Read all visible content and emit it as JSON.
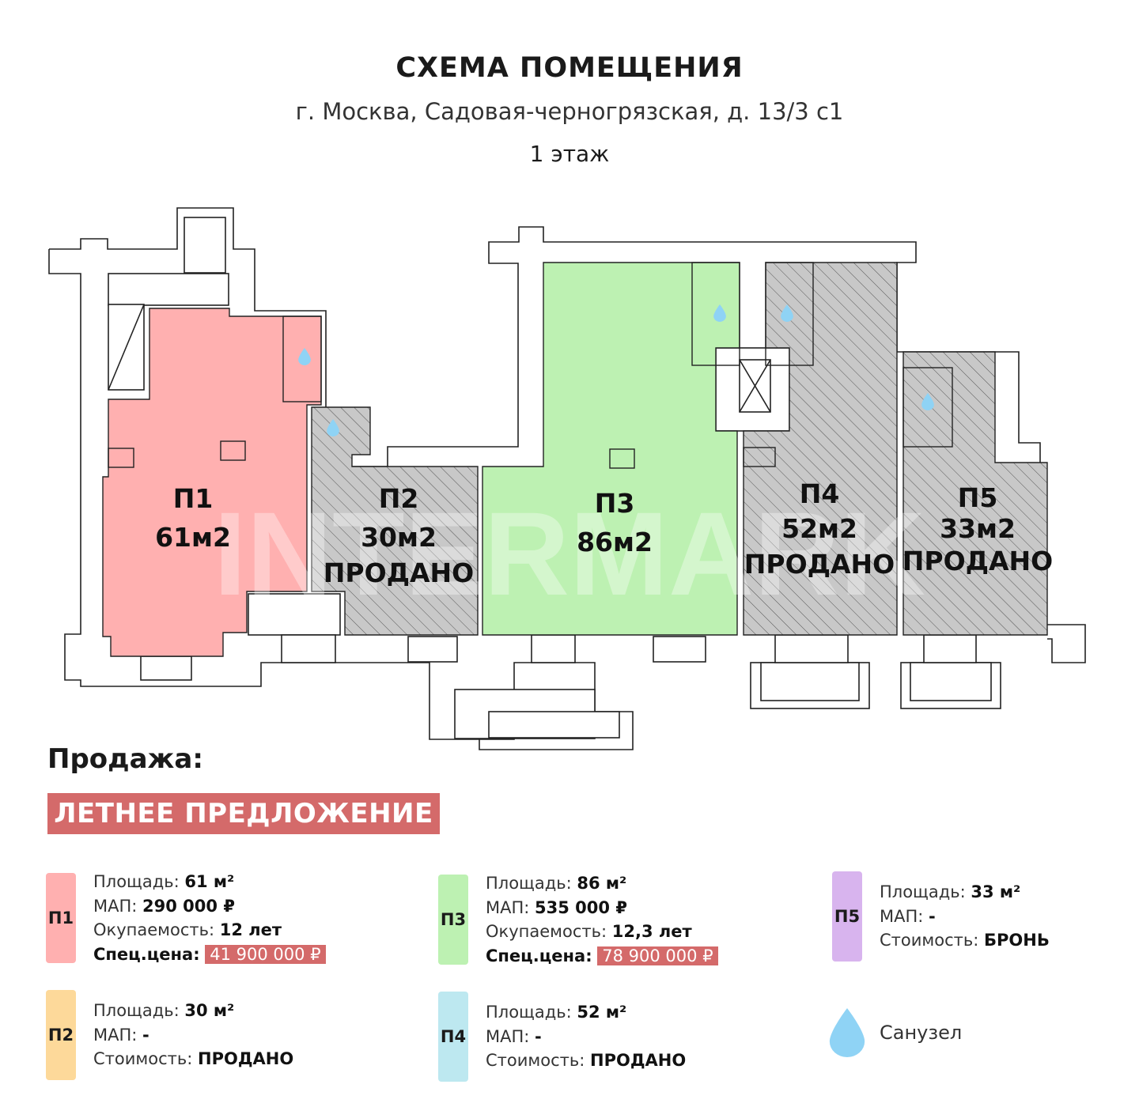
{
  "header": {
    "title": "СХЕМА ПОМЕЩЕНИЯ",
    "address": "г. Москва, Садовая-черногрязская, д. 13/3 с1",
    "floor": "1 этаж"
  },
  "plan": {
    "watermark": "INTERMARK",
    "rooms": [
      {
        "id": "П1",
        "area": "61м2",
        "status": "",
        "color": "#ffb0b0"
      },
      {
        "id": "П2",
        "area": "30м2",
        "status": "ПРОДАНО",
        "color": "#c8c8c8"
      },
      {
        "id": "П3",
        "area": "86м2",
        "status": "",
        "color": "#bdf1b2"
      },
      {
        "id": "П4",
        "area": "52м2",
        "status": "ПРОДАНО",
        "color": "#c8c8c8"
      },
      {
        "id": "П5",
        "area": "33м2",
        "status": "ПРОДАНО",
        "color": "#c8c8c8"
      }
    ]
  },
  "sale": {
    "heading": "Продажа:",
    "promo": "ЛЕТНЕЕ ПРЕДЛОЖЕНИЕ"
  },
  "legend": [
    {
      "id": "П1",
      "color": "#ffb0b0",
      "l1": "Площадь: ",
      "v1": "61 м²",
      "l2": "МАП: ",
      "v2": "290 000 ₽",
      "l3": "Окупаемость: ",
      "v3": "12 лет",
      "l4": "Спец.цена:",
      "v4": "41 900 000 ₽"
    },
    {
      "id": "П2",
      "color": "#fdd99a",
      "l1": "Площадь: ",
      "v1": "30 м²",
      "l2": "МАП: ",
      "v2": "-",
      "l3": "Стоимость: ",
      "v3": "ПРОДАНО"
    },
    {
      "id": "П3",
      "color": "#bdf1b2",
      "l1": "Площадь: ",
      "v1": "86 м²",
      "l2": "МАП: ",
      "v2": "535 000 ₽",
      "l3": "Окупаемость: ",
      "v3": "12,3 лет",
      "l4": "Спец.цена:",
      "v4": "78 900 000 ₽"
    },
    {
      "id": "П4",
      "color": "#bde8f0",
      "l1": "Площадь: ",
      "v1": "52 м²",
      "l2": "МАП: ",
      "v2": "-",
      "l3": "Стоимость: ",
      "v3": "ПРОДАНО"
    },
    {
      "id": "П5",
      "color": "#d8b4ee",
      "l1": "Площадь: ",
      "v1": "33 м²",
      "l2": "МАП: ",
      "v2": "-",
      "l3": "Стоимость: ",
      "v3": "БРОНЬ"
    }
  ],
  "bathroom_label": "Санузел",
  "colors": {
    "accent": "#d46a6a",
    "water": "#8fd3f5"
  }
}
